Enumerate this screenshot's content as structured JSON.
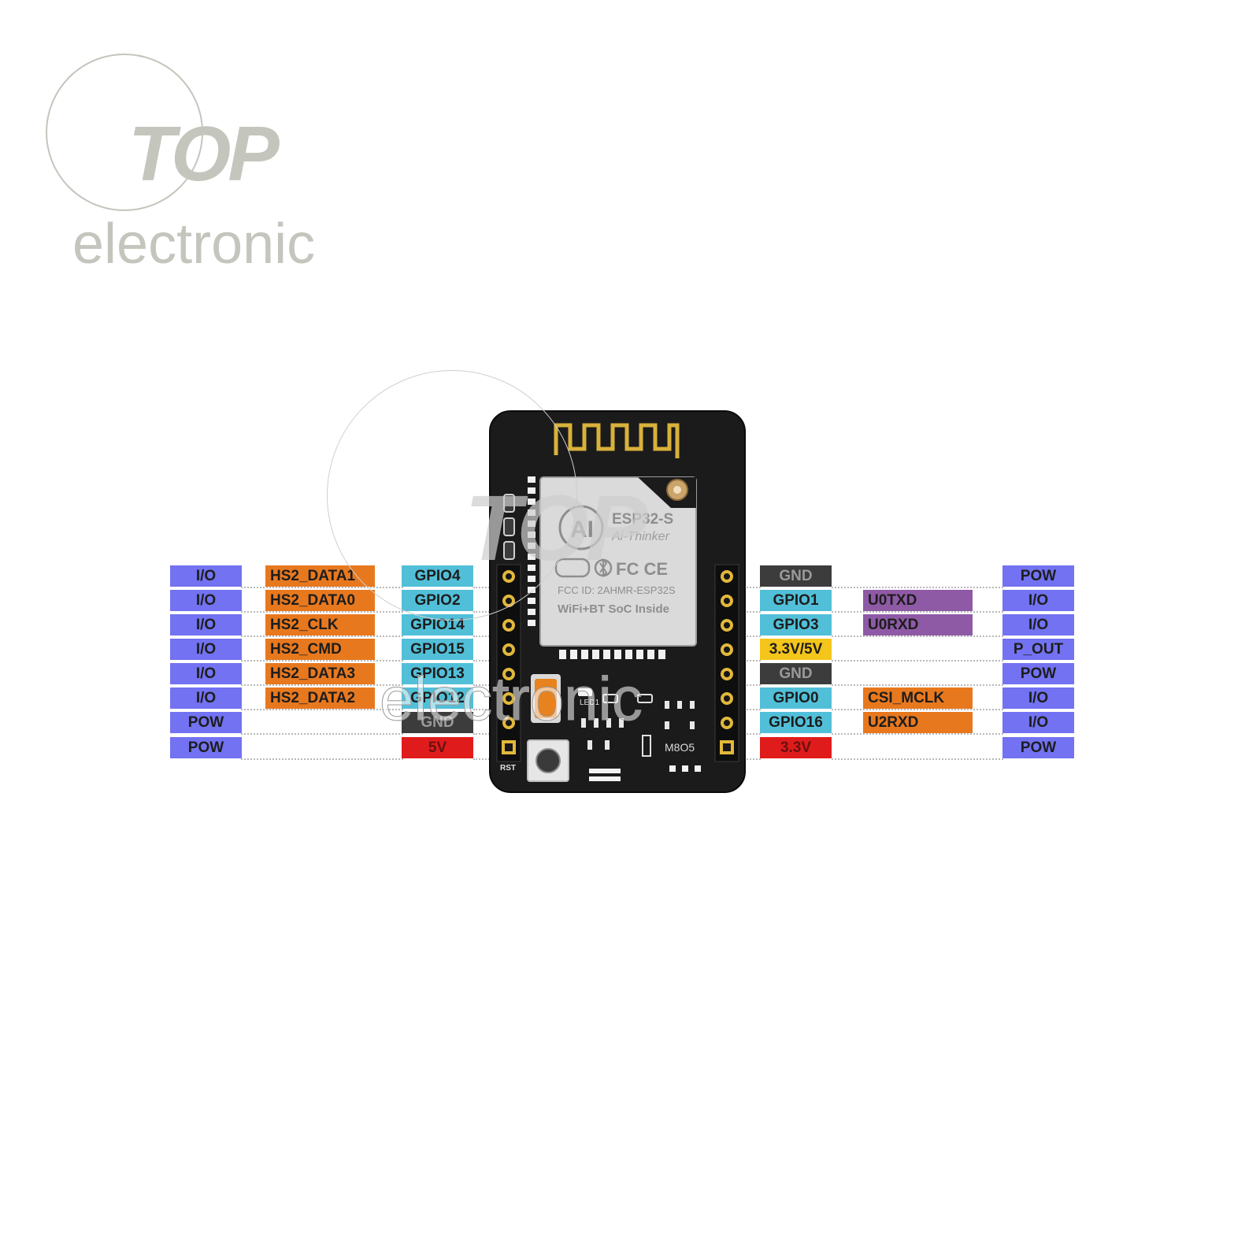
{
  "logo": {
    "main": "TOP",
    "sub": "electronic"
  },
  "board": {
    "module": "ESP32-S",
    "vendor": "Ai-Thinker",
    "fcc": "FCC ID: 2AHMR-ESP32S",
    "soc": "WiFi+BT SoC Inside",
    "led": "LED1",
    "rst": "RST"
  },
  "left_pins": [
    {
      "type": "I/O",
      "func": "HS2_DATA1",
      "pin": "GPIO4"
    },
    {
      "type": "I/O",
      "func": "HS2_DATA0",
      "pin": "GPIO2"
    },
    {
      "type": "I/O",
      "func": "HS2_CLK",
      "pin": "GPIO14"
    },
    {
      "type": "I/O",
      "func": "HS2_CMD",
      "pin": "GPIO15"
    },
    {
      "type": "I/O",
      "func": "HS2_DATA3",
      "pin": "GPIO13"
    },
    {
      "type": "I/O",
      "func": "HS2_DATA2",
      "pin": "GPIO12"
    },
    {
      "type": "POW",
      "func": "",
      "pin": "GND"
    },
    {
      "type": "POW",
      "func": "",
      "pin": "5V"
    }
  ],
  "right_pins": [
    {
      "pin": "GND",
      "func": "",
      "type": "POW"
    },
    {
      "pin": "GPIO1",
      "func": "U0TXD",
      "type": "I/O"
    },
    {
      "pin": "GPIO3",
      "func": "U0RXD",
      "type": "I/O"
    },
    {
      "pin": "3.3V/5V",
      "func": "",
      "type": "P_OUT"
    },
    {
      "pin": "GND",
      "func": "",
      "type": "POW"
    },
    {
      "pin": "GPIO0",
      "func": "CSI_MCLK",
      "type": "I/O"
    },
    {
      "pin": "GPIO16",
      "func": "U2RXD",
      "type": "I/O"
    },
    {
      "pin": "3.3V",
      "func": "",
      "type": "POW"
    }
  ],
  "colors": {
    "io": "#7272f2",
    "hs2": "#e8781e",
    "gpio": "#52bfd8",
    "gnd": "#3c3c3c",
    "v5": "#e01b1b",
    "v33": "#e01b1b",
    "vout": "#f4c51a",
    "uart": "#8e5aa6",
    "board": "#1b1b1b"
  }
}
